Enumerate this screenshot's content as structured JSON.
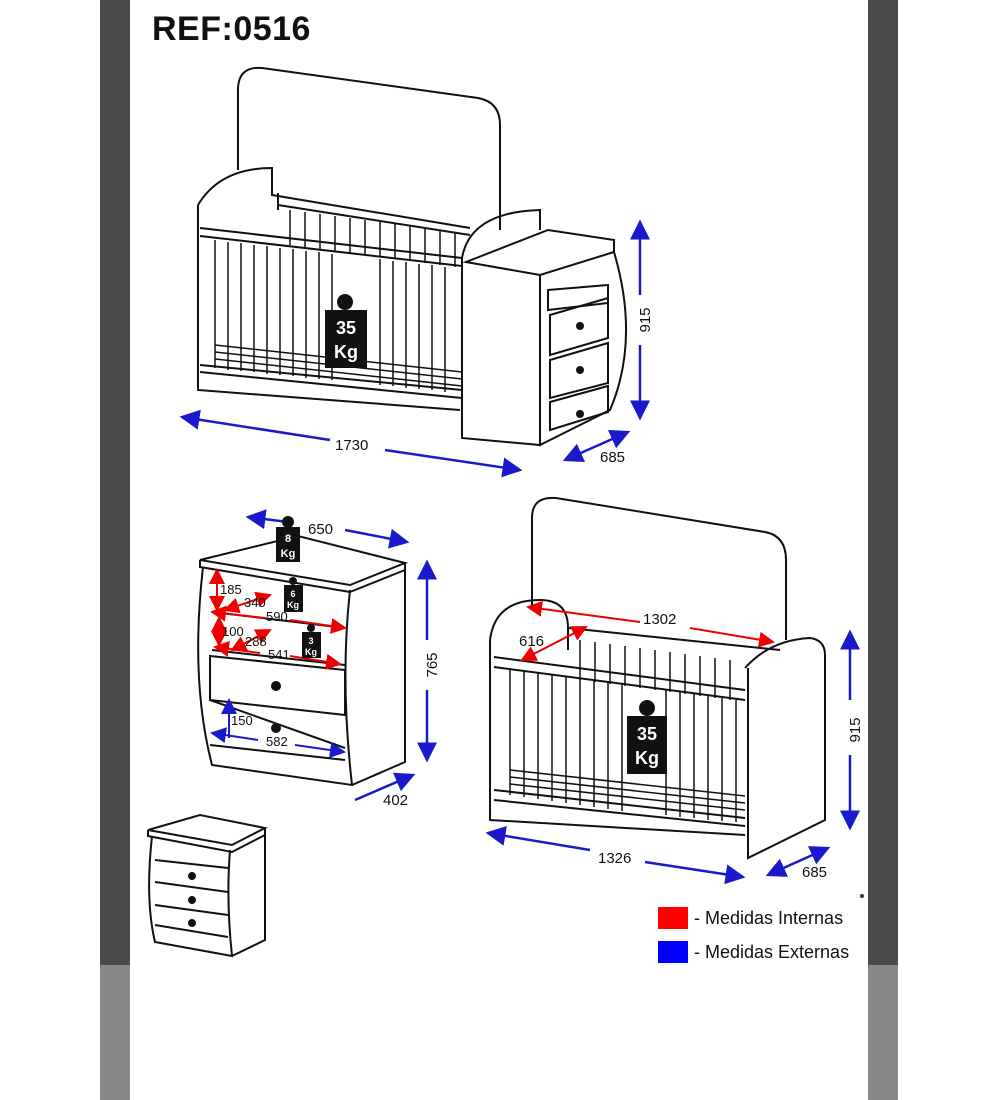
{
  "title": "REF:0516",
  "colors": {
    "internal": "#ff0000",
    "external": "#0000ff",
    "frame_dark": "#4a4a4a",
    "frame_light": "#888888"
  },
  "crib_with_dresser": {
    "width": "1730",
    "depth": "685",
    "height": "915",
    "weight_top": "35",
    "weight_unit": "Kg"
  },
  "dresser": {
    "width": "650",
    "depth": "402",
    "height": "765",
    "top_weight": "8",
    "shelf1_weight": "6",
    "shelf2_weight": "3",
    "weight_unit": "Kg",
    "shelf1_height": "185",
    "shelf1_depth": "340",
    "shelf1_width": "590",
    "shelf2_height": "100",
    "shelf2_depth": "288",
    "shelf2_width": "541",
    "drawer_height": "150",
    "drawer_width": "582"
  },
  "crib": {
    "inner_length": "1302",
    "inner_width": "616",
    "width": "1326",
    "depth": "685",
    "height": "915",
    "weight": "35",
    "weight_unit": "Kg"
  },
  "legend": [
    {
      "label": "- Medidas Internas",
      "color": "#ff0000"
    },
    {
      "label": "- Medidas Externas",
      "color": "#0000ff"
    }
  ]
}
